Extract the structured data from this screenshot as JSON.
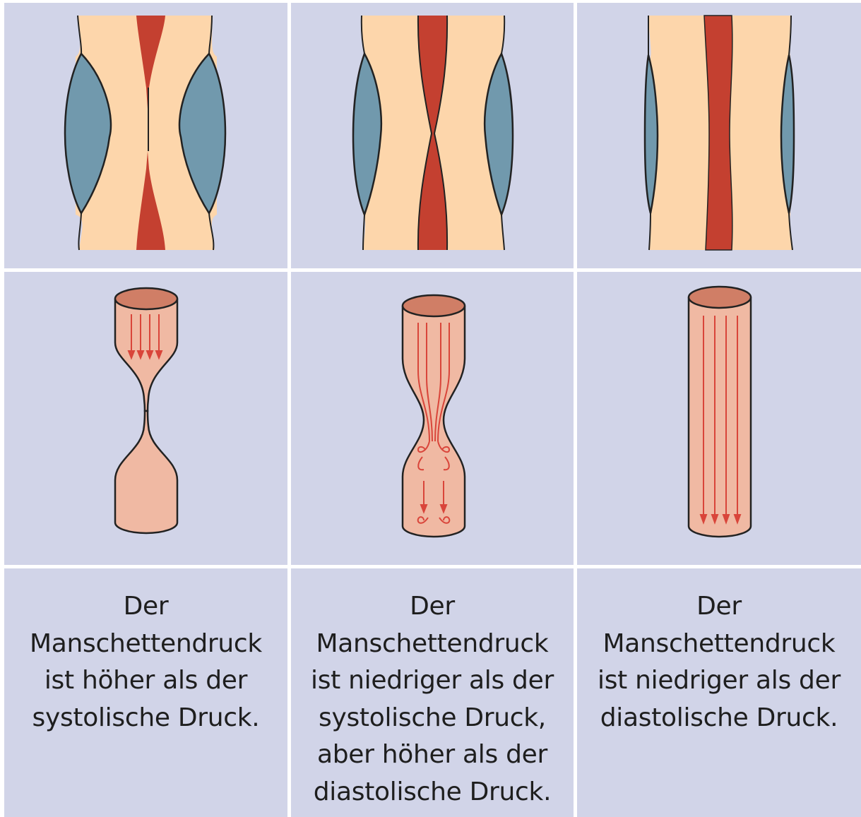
{
  "colors": {
    "panel_background": "#d1d4e8",
    "tissue": "#fdd6ab",
    "artery": "#c44030",
    "cuff": "#7199ad",
    "vessel_wall": "#f0b9a3",
    "flow_arrow": "#d9453a",
    "text": "#1e1e1e"
  },
  "columns": [
    {
      "state": "cuff pressure above systolic: artery fully occluded",
      "caption_lines": [
        "Der",
        "Manschettendruck",
        "ist höher als der",
        "systolische Druck."
      ]
    },
    {
      "state": "cuff pressure between systolic and diastolic: partially compressed, turbulent flow",
      "caption_lines": [
        "Der",
        "Manschettendruck",
        "ist niedriger als der",
        "systolische Druck,",
        "aber höher als der",
        "diastolische Druck."
      ]
    },
    {
      "state": "cuff pressure below diastolic: artery open, laminar flow",
      "caption_lines": [
        "Der",
        "Manschettendruck",
        "ist niedriger als der",
        "diastolische Druck."
      ]
    }
  ]
}
